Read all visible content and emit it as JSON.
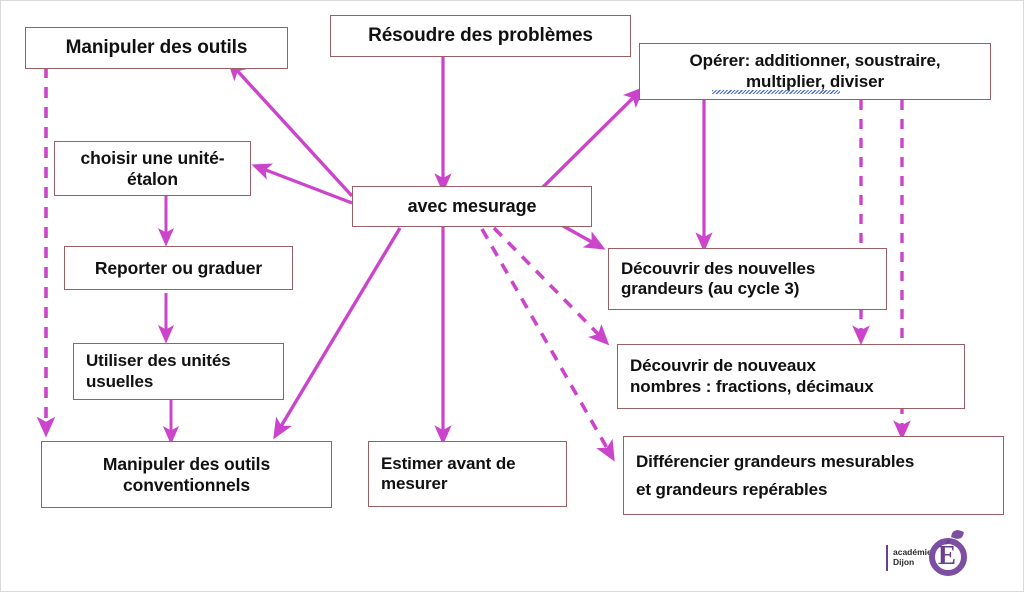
{
  "diagram": {
    "title": "Manipuler des outils - schema mesurage",
    "colors": {
      "arrow": "#cc44cc",
      "box_border": "#9b5f63",
      "text": "#111111",
      "logo_purple": "#7d4fa3",
      "spellcheck_underline": "#3a5fcd",
      "background": "#ffffff"
    },
    "nodes": [
      {
        "id": "manipuler-outils",
        "lines": [
          "Manipuler des outils"
        ]
      },
      {
        "id": "resoudre-problemes",
        "lines": [
          "Résoudre des problèmes"
        ]
      },
      {
        "id": "operer",
        "lines": [
          "Opérer: additionner, soustraire,",
          "multiplier, diviser"
        ]
      },
      {
        "id": "choisir-unite-etalon",
        "lines": [
          "choisir une unité-",
          "étalon"
        ]
      },
      {
        "id": "avec-mesurage",
        "lines": [
          "avec mesurage"
        ]
      },
      {
        "id": "reporter-graduer",
        "lines": [
          "Reporter ou graduer"
        ]
      },
      {
        "id": "decouvrir-grandeurs",
        "lines": [
          "Découvrir des nouvelles",
          "grandeurs (au cycle 3)"
        ]
      },
      {
        "id": "utiliser-unites",
        "lines": [
          "Utiliser des unités",
          "usuelles"
        ]
      },
      {
        "id": "decouvrir-nombres",
        "lines": [
          "Découvrir de nouveaux",
          "nombres : fractions, décimaux"
        ]
      },
      {
        "id": "manipuler-conventionnels",
        "lines": [
          "Manipuler des outils",
          "conventionnels"
        ]
      },
      {
        "id": "estimer-mesurer",
        "lines": [
          "Estimer avant de",
          "mesurer"
        ]
      },
      {
        "id": "differencier-grandeurs",
        "lines": [
          "Différencier grandeurs mesurables",
          "et grandeurs repérables"
        ]
      }
    ],
    "edges": [
      {
        "from": "avec-mesurage",
        "to": "manipuler-outils",
        "style": "solid"
      },
      {
        "from": "avec-mesurage",
        "to": "choisir-unite-etalon",
        "style": "solid"
      },
      {
        "from": "avec-mesurage",
        "to": "operer",
        "style": "solid"
      },
      {
        "from": "resoudre-problemes",
        "to": "avec-mesurage",
        "style": "solid"
      },
      {
        "from": "avec-mesurage",
        "to": "estimer-mesurer",
        "style": "solid"
      },
      {
        "from": "avec-mesurage",
        "to": "manipuler-conventionnels",
        "style": "solid"
      },
      {
        "from": "avec-mesurage",
        "to": "decouvrir-grandeurs",
        "style": "solid"
      },
      {
        "from": "avec-mesurage",
        "to": "decouvrir-nombres",
        "style": "dashed"
      },
      {
        "from": "avec-mesurage",
        "to": "differencier-grandeurs",
        "style": "dashed"
      },
      {
        "from": "operer",
        "to": "decouvrir-grandeurs",
        "style": "solid"
      },
      {
        "from": "operer",
        "to": "decouvrir-nombres",
        "style": "dashed"
      },
      {
        "from": "operer",
        "to": "differencier-grandeurs",
        "style": "dashed"
      },
      {
        "from": "choisir-unite-etalon",
        "to": "reporter-graduer",
        "style": "solid"
      },
      {
        "from": "reporter-graduer",
        "to": "utiliser-unites",
        "style": "solid"
      },
      {
        "from": "utiliser-unites",
        "to": "manipuler-conventionnels",
        "style": "solid"
      },
      {
        "from": "manipuler-outils",
        "to": "manipuler-conventionnels",
        "style": "dashed"
      }
    ]
  },
  "logo": {
    "line1": "académie",
    "line2": "Dijon",
    "letter": "É"
  }
}
